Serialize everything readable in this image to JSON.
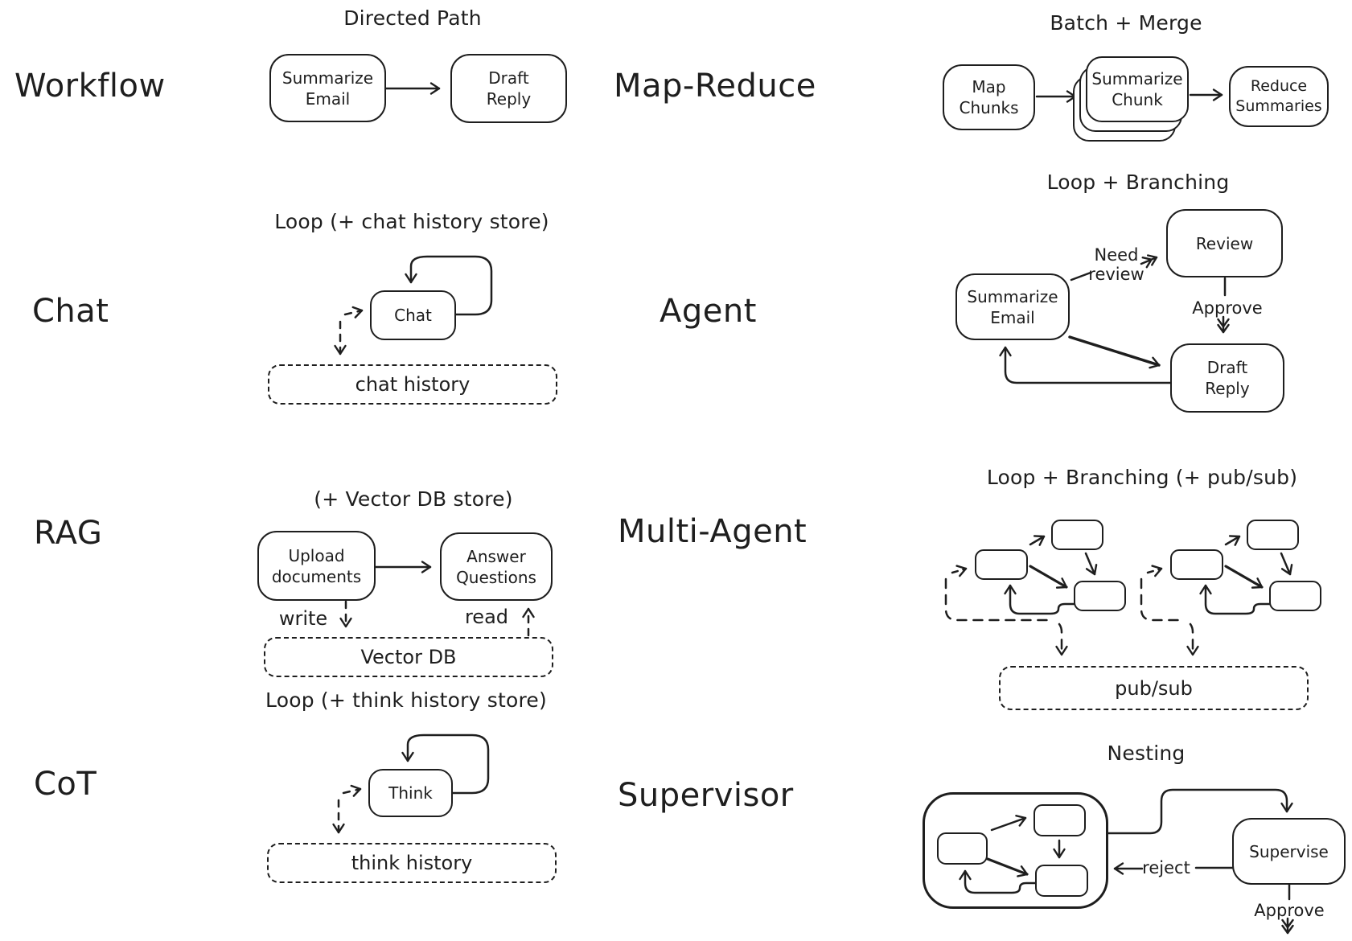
{
  "colors": {
    "ink": "#1e1e1e",
    "background": "#ffffff"
  },
  "sections": {
    "workflow": {
      "label": "Workflow",
      "pattern_title": "Directed Path",
      "nodes": {
        "summarize_email": "Summarize\nEmail",
        "draft_reply": "Draft\nReply"
      }
    },
    "map_reduce": {
      "label": "Map-Reduce",
      "pattern_title": "Batch + Merge",
      "nodes": {
        "map_chunks": "Map\nChunks",
        "summarize_chunk": "Summarize\nChunk",
        "reduce_summaries": "Reduce\nSummaries"
      }
    },
    "chat": {
      "label": "Chat",
      "pattern_title": "Loop (+ chat history store)",
      "nodes": {
        "chat": "Chat"
      },
      "store": "chat history"
    },
    "agent": {
      "label": "Agent",
      "pattern_title": "Loop + Branching",
      "nodes": {
        "summarize_email": "Summarize\nEmail",
        "review": "Review",
        "draft_reply": "Draft\nReply"
      },
      "edge_labels": {
        "need_review": "Need\nreview",
        "approve": "Approve"
      }
    },
    "rag": {
      "label": "RAG",
      "pattern_title": "(+ Vector DB store)",
      "nodes": {
        "upload_documents": "Upload\ndocuments",
        "answer_questions": "Answer\nQuestions"
      },
      "edge_labels": {
        "write": "write",
        "read": "read"
      },
      "store": "Vector DB"
    },
    "multi_agent": {
      "label": "Multi-Agent",
      "pattern_title": "Loop + Branching (+ pub/sub)",
      "store": "pub/sub"
    },
    "cot": {
      "label": "CoT",
      "pattern_title": "Loop (+ think history store)",
      "nodes": {
        "think": "Think"
      },
      "store": "think history"
    },
    "supervisor": {
      "label": "Supervisor",
      "pattern_title": "Nesting",
      "nodes": {
        "supervise": "Supervise"
      },
      "edge_labels": {
        "reject": "reject",
        "approve": "Approve"
      }
    }
  }
}
